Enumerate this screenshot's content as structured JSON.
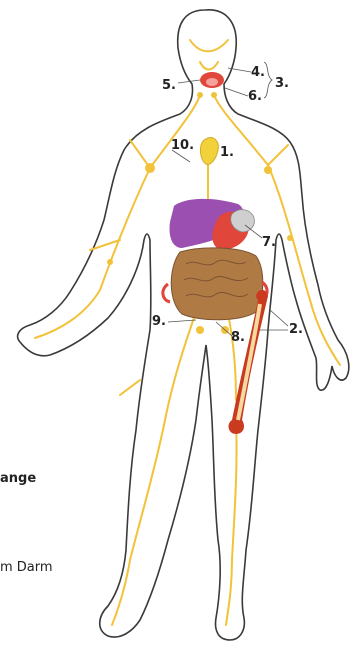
{
  "labels": {
    "l1": "1.",
    "l2": "2.",
    "l3": "3.",
    "l4": "4.",
    "l5": "5.",
    "l6": "6.",
    "l7": "7.",
    "l8": "8.",
    "l9": "9.",
    "l10": "10."
  },
  "side_text": {
    "partial_bold": "ange",
    "partial_regular": "m Darm"
  },
  "colors": {
    "outline": "#3a3a3a",
    "lymph": "#f2c23a",
    "liver": "#9b4fb0",
    "stomach": "#e0463a",
    "intestine": "#b07a45",
    "bone": "#c93a1e",
    "marrow": "#f5d9a0",
    "spleen": "#cfcfcf"
  }
}
